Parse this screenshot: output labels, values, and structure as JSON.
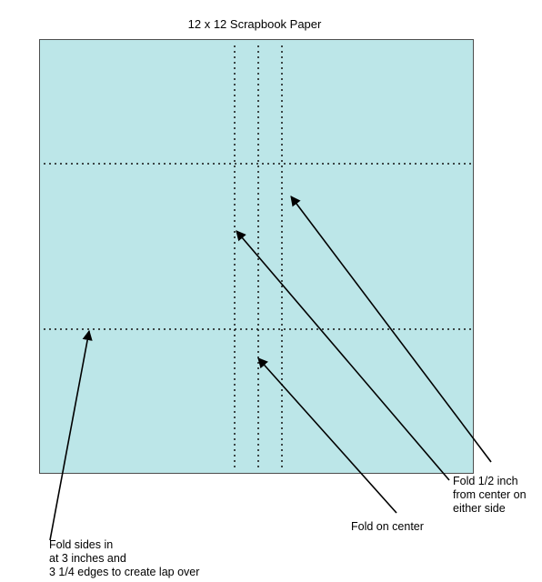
{
  "title": "12 x 12 Scrapbook Paper",
  "colors": {
    "paper": "#bce6e8",
    "fold_line": "#111111",
    "arrow": "#000000",
    "border": "#4d4d4d"
  },
  "labels": {
    "half_inch": [
      "Fold 1/2 inch",
      "from center on",
      "either side"
    ],
    "center": "Fold on center",
    "sides": [
      "Fold sides in",
      "at 3 inches and",
      "3 1/4 edges to create lap over"
    ]
  }
}
